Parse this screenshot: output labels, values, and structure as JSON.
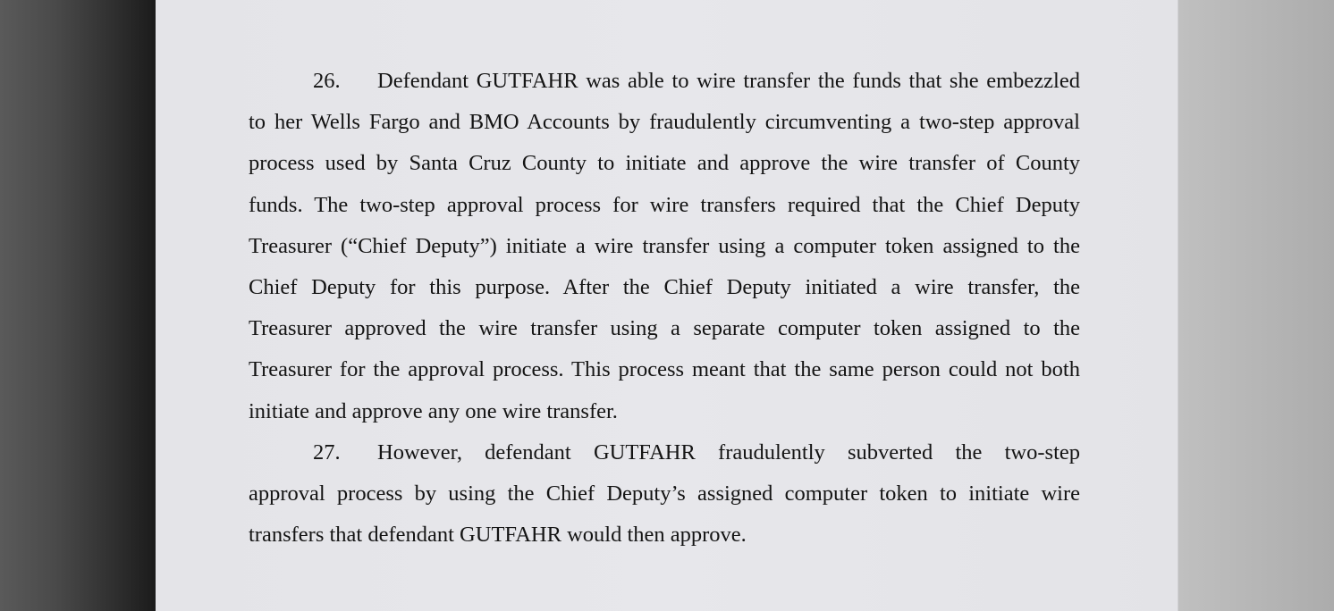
{
  "document": {
    "paragraphs": [
      {
        "number": "26.",
        "lines": [
          "Defendant GUTFAHR was able to wire transfer the funds that she embezzled",
          "to her Wells Fargo and BMO Accounts by fraudulently circumventing a two-step approval",
          "process used by Santa Cruz County to initiate and approve the wire transfer of County",
          "funds.  The two-step approval process for wire transfers required that the Chief Deputy",
          "Treasurer (“Chief Deputy”) initiate a wire transfer using a computer token assigned to the",
          "Chief Deputy for this purpose.  After the Chief Deputy initiated a wire transfer, the",
          "Treasurer approved the wire transfer using a separate computer token assigned to the",
          "Treasurer for the approval process.  This process meant that the same person could not both",
          "initiate and approve any one wire transfer."
        ]
      },
      {
        "number": "27.",
        "lines": [
          "However, defendant GUTFAHR fraudulently subverted the two-step",
          "approval process by using the Chief Deputy’s assigned computer token to initiate wire",
          "transfers that defendant GUTFAHR would then approve."
        ]
      }
    ]
  },
  "colors": {
    "paper": "#e6e6ea",
    "text": "#141414",
    "background_left": "#2e2e2e",
    "background_right": "#b4b4b4"
  }
}
